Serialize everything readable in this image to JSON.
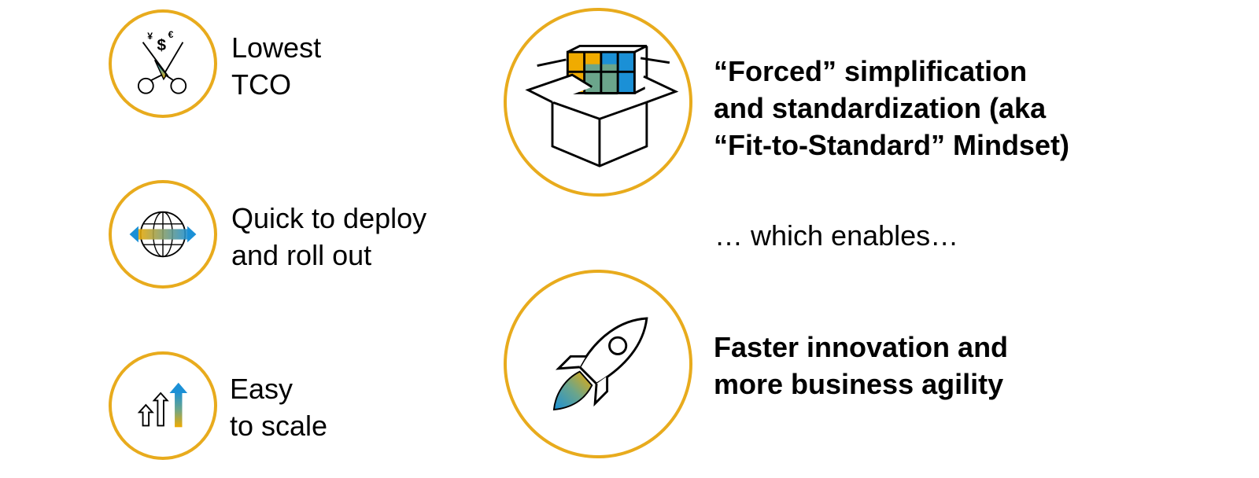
{
  "colors": {
    "ring": "#E8AB1D",
    "accent_gold": "#F0AB00",
    "accent_blue": "#1B90D6",
    "accent_teal": "#6BA58B",
    "text": "#000000"
  },
  "benefits": [
    {
      "icon": "scissors-currency-icon",
      "lines": [
        "Lowest",
        "TCO"
      ]
    },
    {
      "icon": "globe-arrows-icon",
      "lines": [
        "Quick to deploy",
        "and roll out"
      ]
    },
    {
      "icon": "scale-up-arrows-icon",
      "lines": [
        "Easy",
        "to scale"
      ]
    }
  ],
  "principle": {
    "icon": "box-cubes-icon",
    "lines": [
      "“Forced” simplification",
      "and standardization (aka",
      "“Fit-to-Standard” Mindset)"
    ]
  },
  "connector": "… which enables…",
  "outcome": {
    "icon": "rocket-icon",
    "lines": [
      "Faster innovation and",
      "more business agility"
    ]
  },
  "currency_symbols": [
    "¥",
    "$",
    "€"
  ]
}
